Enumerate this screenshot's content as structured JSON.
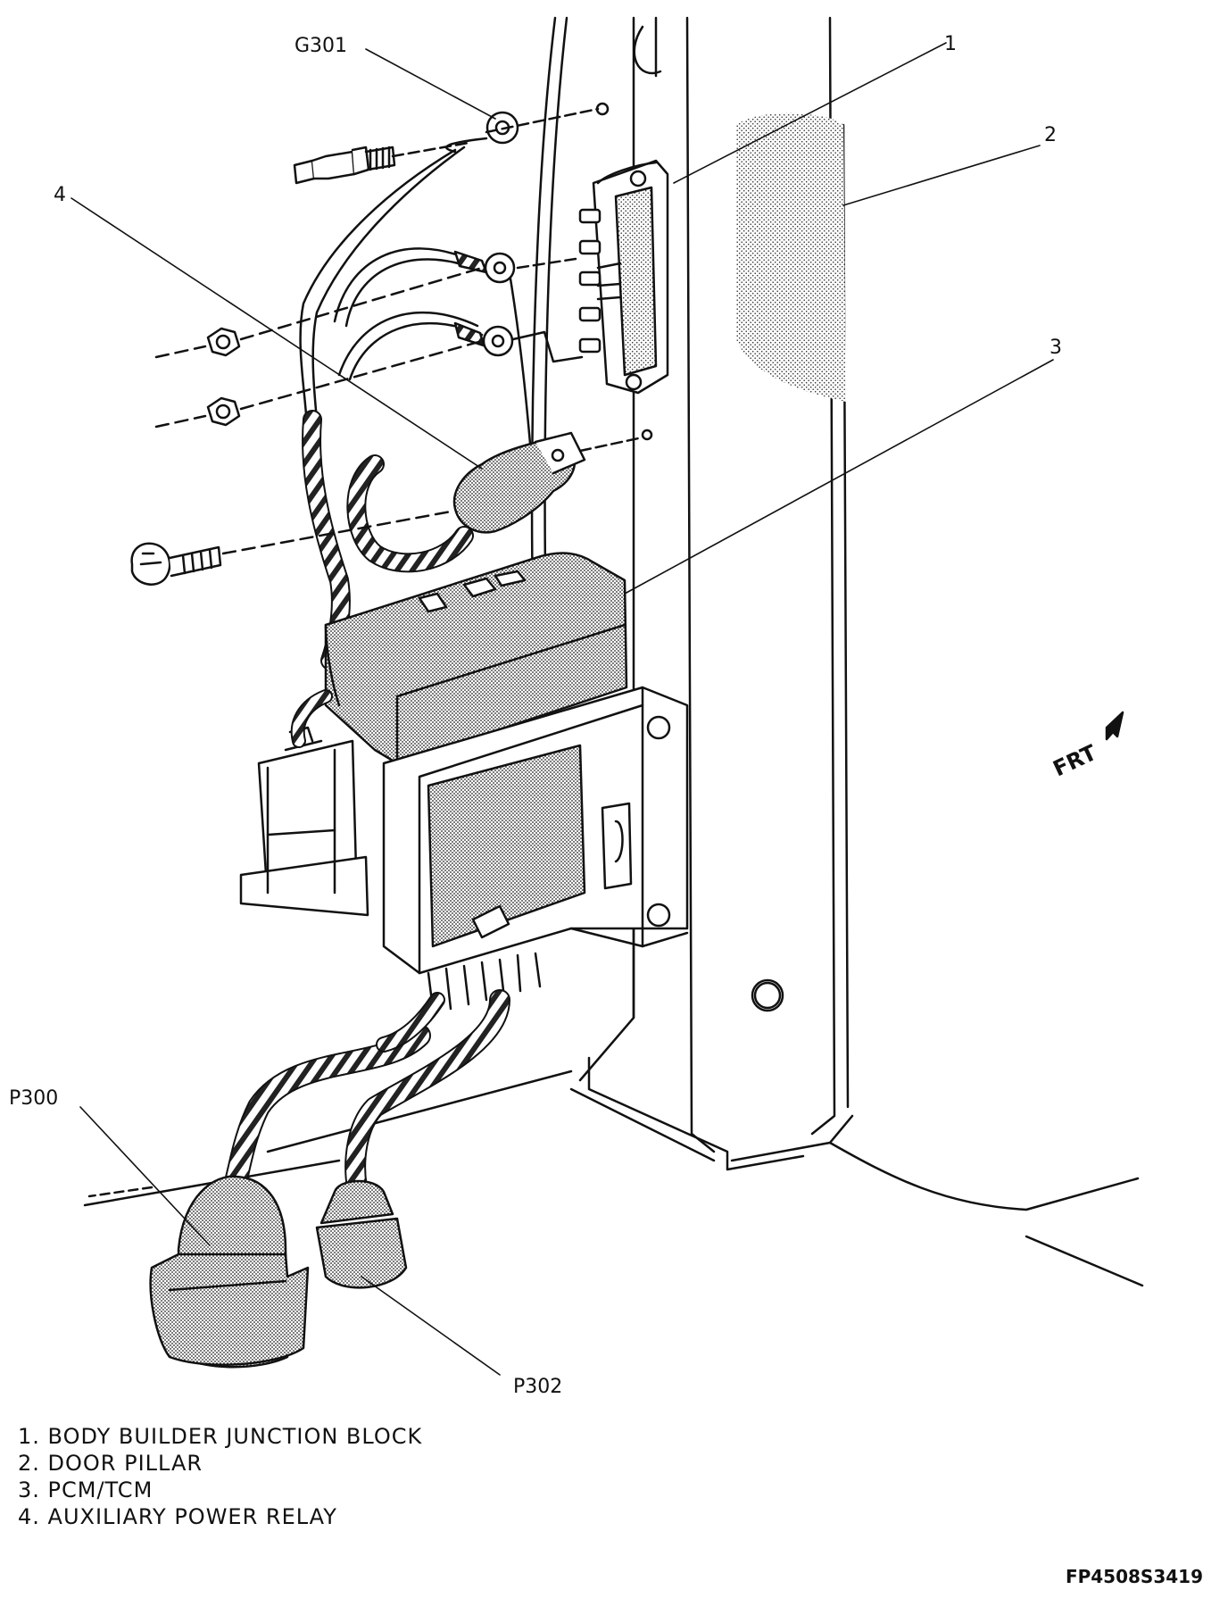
{
  "callouts": {
    "c1": "1",
    "c2": "2",
    "c3": "3",
    "c4": "4",
    "g301": "G301",
    "p300": "P300",
    "p302": "P302",
    "frt": "FRT"
  },
  "legend": [
    "1. BODY BUILDER JUNCTION BLOCK",
    "2. DOOR PILLAR",
    "3. PCM/TCM",
    "4. AUXILIARY POWER RELAY"
  ],
  "figure_code": "FP4508S3419"
}
